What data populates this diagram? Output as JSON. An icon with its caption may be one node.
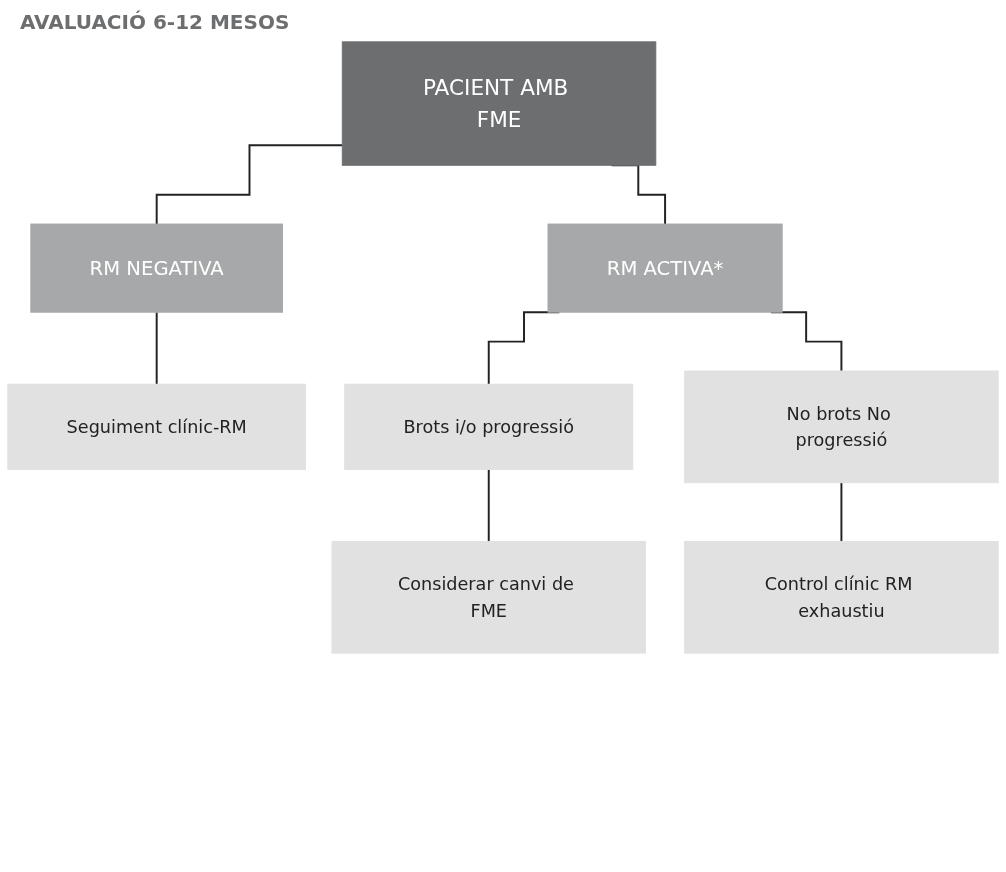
{
  "diagram": {
    "nodes": [
      {
        "text": [
          "PACIENT AMB FME"
        ]
      },
      {
        "text": [
          "RM NEGATIVA"
        ]
      },
      {
        "text": [
          "RM ACTIVA*"
        ]
      },
      {
        "text": [
          "Seguiment clínic-RM"
        ]
      },
      {
        "text": [
          "Brots i/o progressió"
        ]
      },
      {
        "text": [
          "No brots No progressió"
        ]
      },
      {
        "text": [
          "Considerar canvi de FME"
        ]
      },
      {
        "text": [
          "Control clínic RM exhaustiu"
        ]
      }
    ],
    "edges": [
      {
        "from": 0,
        "to": 1,
        "arrow": "none"
      },
      {
        "from": 0,
        "to": 2,
        "arrow": "none"
      },
      {
        "from": 1,
        "to": 3,
        "arrow": "none"
      },
      {
        "from": 2,
        "to": 4,
        "arrow": "none"
      },
      {
        "from": 2,
        "to": 5,
        "arrow": "none"
      },
      {
        "from": 4,
        "to": 6,
        "arrow": "none"
      },
      {
        "from": 5,
        "to": 7,
        "arrow": "none"
      }
    ],
    "labels": [
      "AVALUACIÓ 6-12 MESOS"
    ]
  }
}
